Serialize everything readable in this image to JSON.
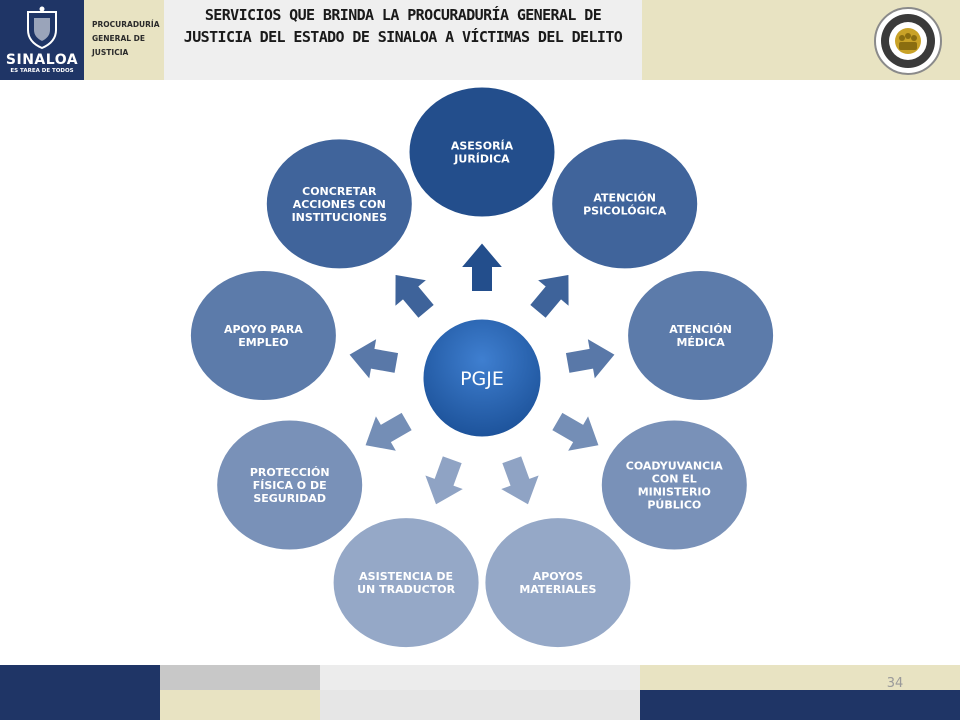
{
  "header": {
    "logo_name": "SINALOA",
    "logo_tagline": "ES TAREA DE TODOS",
    "org_lines": [
      "PROCURADURÍA",
      "GENERAL DE",
      "JUSTICIA"
    ],
    "title_lines": [
      "SERVICIOS QUE BRINDA LA PROCURADURÍA GENERAL DE",
      "JUSTICIA DEL ESTADO DE SINALOA A VÍCTIMAS DEL DELITO"
    ]
  },
  "diagram": {
    "center": "PGJE",
    "nodes": [
      {
        "label": [
          "ASESORÍA",
          "JURÍDICA"
        ]
      },
      {
        "label": [
          "ATENCIÓN",
          "PSICOLÓGICA"
        ]
      },
      {
        "label": [
          "ATENCIÓN",
          "MÉDICA"
        ]
      },
      {
        "label": [
          "COADYUVANCIA",
          "CON EL",
          "MINISTERIO",
          "PÚBLICO"
        ]
      },
      {
        "label": [
          "APOYOS",
          "MATERIALES"
        ]
      },
      {
        "label": [
          "ASISTENCIA DE",
          "UN TRADUCTOR"
        ]
      },
      {
        "label": [
          "PROTECCIÓN",
          "FÍSICA O DE",
          "SEGURIDAD"
        ]
      },
      {
        "label": [
          "APOYO PARA",
          "EMPLEO"
        ]
      },
      {
        "label": [
          "CONCRETAR",
          "ACCIONES CON",
          "INSTITUCIONES"
        ]
      }
    ]
  },
  "footer": {
    "page_number": "34"
  },
  "colors": {
    "navy": "#1f3566",
    "khaki": "#e8e3c2",
    "light_gray": "#efefef",
    "node_dark": "#234e8c",
    "node_light": "#aab8d2"
  }
}
